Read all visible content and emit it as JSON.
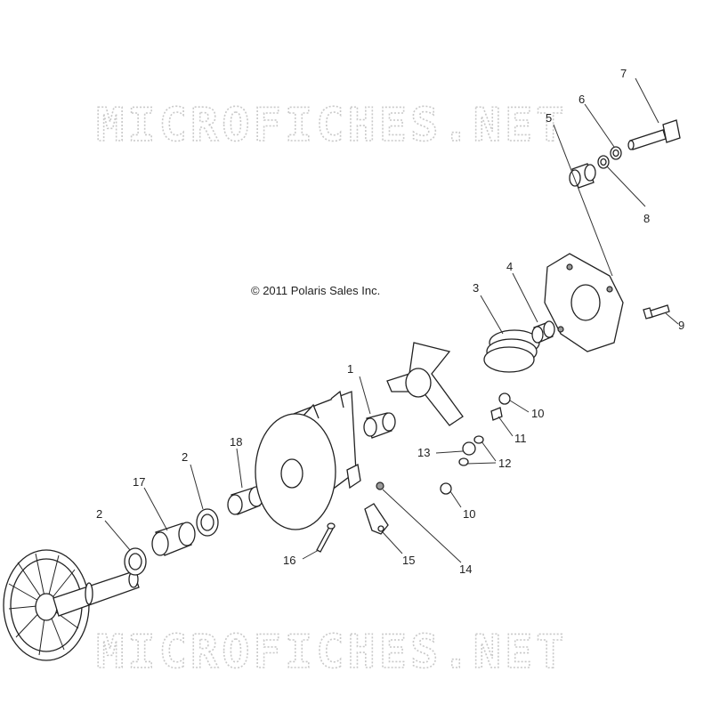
{
  "watermark": {
    "top": "MICROFICHES.NET",
    "bottom": "MICROFICHES.NET"
  },
  "copyright": "© 2011 Polaris Sales Inc.",
  "callouts": [
    {
      "id": "c1",
      "label": "1"
    },
    {
      "id": "c2a",
      "label": "2"
    },
    {
      "id": "c2b",
      "label": "2"
    },
    {
      "id": "c3",
      "label": "3"
    },
    {
      "id": "c4",
      "label": "4"
    },
    {
      "id": "c5",
      "label": "5"
    },
    {
      "id": "c6",
      "label": "6"
    },
    {
      "id": "c7",
      "label": "7"
    },
    {
      "id": "c8",
      "label": "8"
    },
    {
      "id": "c9",
      "label": "9"
    },
    {
      "id": "c10a",
      "label": "10"
    },
    {
      "id": "c10b",
      "label": "10"
    },
    {
      "id": "c11",
      "label": "11"
    },
    {
      "id": "c12",
      "label": "12"
    },
    {
      "id": "c13",
      "label": "13"
    },
    {
      "id": "c14",
      "label": "14"
    },
    {
      "id": "c15",
      "label": "15"
    },
    {
      "id": "c16",
      "label": "16"
    },
    {
      "id": "c17",
      "label": "17"
    },
    {
      "id": "c18",
      "label": "18"
    }
  ]
}
